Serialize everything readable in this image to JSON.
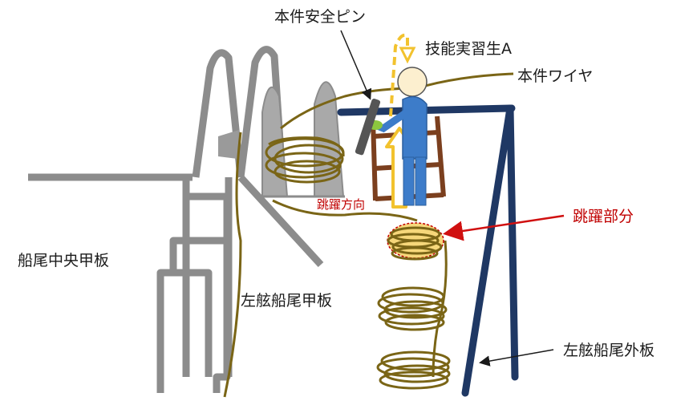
{
  "labels": {
    "safety_pin": "本件安全ピン",
    "trainee": "技能実習生A",
    "wire": "本件ワイヤ",
    "stern_center_deck": "船尾中央甲板",
    "port_stern_deck": "左舷船尾甲板",
    "jump_direction": "跳躍方向",
    "jump_part": "跳躍部分",
    "port_stern_outer_plate": "左舷船尾外板"
  },
  "colors": {
    "structure_gray": "#8c8c8c",
    "wire_brown": "#7a6516",
    "frame_navy": "#1f3864",
    "ladder_brown": "#7b3f1e",
    "person_blue": "#3d7cc9",
    "arrow_yellow": "#f2c22e",
    "callout_red": "#d01010"
  }
}
